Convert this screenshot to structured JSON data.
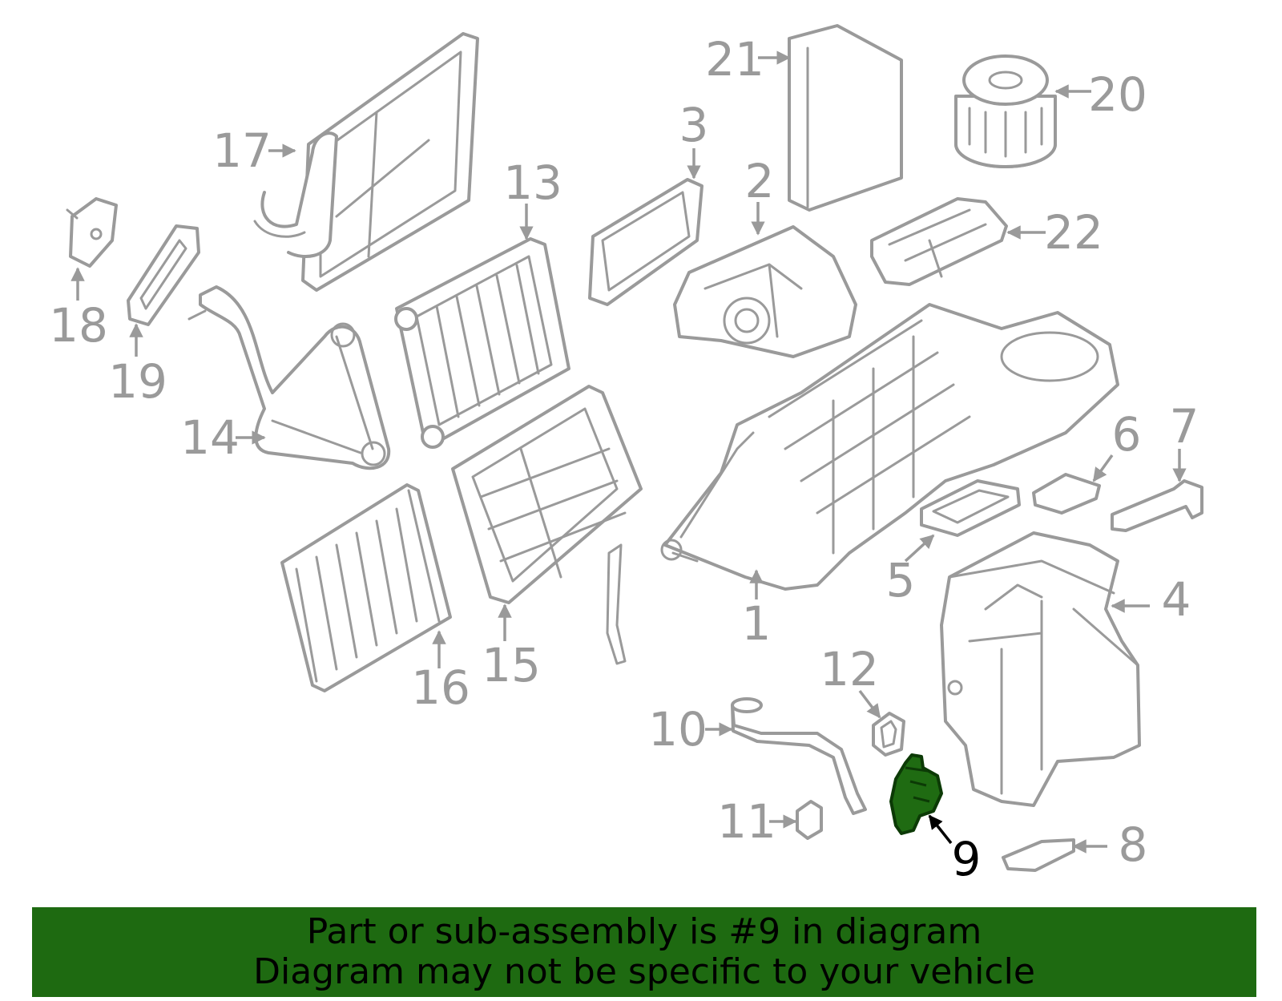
{
  "callouts": {
    "c1": "1",
    "c2": "2",
    "c3": "3",
    "c4": "4",
    "c5": "5",
    "c6": "6",
    "c7": "7",
    "c8": "8",
    "c9": "9",
    "c10": "10",
    "c11": "11",
    "c12": "12",
    "c13": "13",
    "c14": "14",
    "c15": "15",
    "c16": "16",
    "c17": "17",
    "c18": "18",
    "c19": "19",
    "c20": "20",
    "c21": "21",
    "c22": "22"
  },
  "highlighted_part": "9",
  "colors": {
    "highlight": "#1e6a11",
    "line_art": "#9a9a9a",
    "banner_text": "#000000"
  },
  "banner": {
    "line1": "Part or sub-assembly is #9 in diagram",
    "line2": "Diagram may not be specific to your vehicle"
  }
}
